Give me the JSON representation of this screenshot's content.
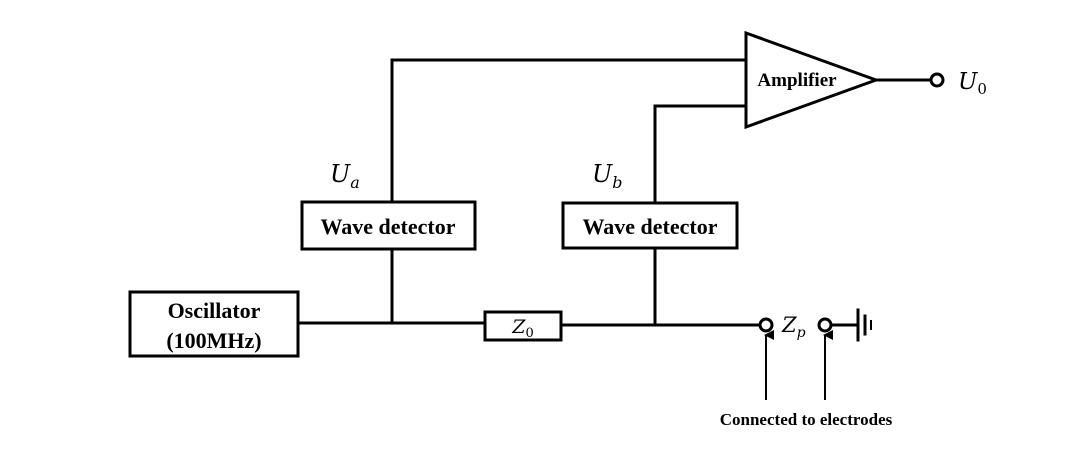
{
  "diagram": {
    "oscillator": {
      "line1": "Oscillator",
      "line2": "(100MHz)"
    },
    "wave_detector_a": {
      "label": "Wave detector"
    },
    "wave_detector_b": {
      "label": "Wave detector"
    },
    "amplifier": {
      "label": "Amplifier"
    },
    "impedance_z0": {
      "main": "Z",
      "sub": "0"
    },
    "signal_ua": {
      "main": "U",
      "sub": "a"
    },
    "signal_ub": {
      "main": "U",
      "sub": "b"
    },
    "output_u0": {
      "main": "U",
      "sub": "0"
    },
    "impedance_zp": {
      "main": "Z",
      "sub": "p"
    },
    "electrodes_note": "Connected to electrodes"
  }
}
